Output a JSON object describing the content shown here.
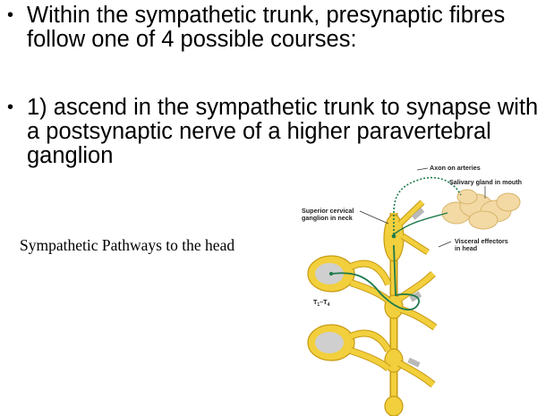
{
  "slide": {
    "bullets": [
      "Within the sympathetic trunk, presynaptic fibres follow one of 4 possible courses:",
      "1) ascend in the sympathetic trunk to synapse with a postsynaptic nerve of a higher paravertebral ganglion"
    ],
    "bullet_marker": "•",
    "caption": "Sympathetic Pathways to the head"
  },
  "figure": {
    "labels": {
      "axon": "Axon on arteries",
      "salivary": "Salivary gland in mouth",
      "cervical_1": "Superior cervical",
      "cervical_2": "ganglion in neck",
      "visceral_1": "Visceral effectors",
      "visceral_2": "in head",
      "spinal_level": "T",
      "spinal_sub1": "1",
      "spinal_dash": "–T",
      "spinal_sub2": "4"
    },
    "colors": {
      "nerve": "#f2cf3c",
      "nerve_outline": "#c79a12",
      "cord": "#d6d6d6",
      "fiber": "#1f7a4c",
      "gland": "#f3d9a4"
    }
  }
}
